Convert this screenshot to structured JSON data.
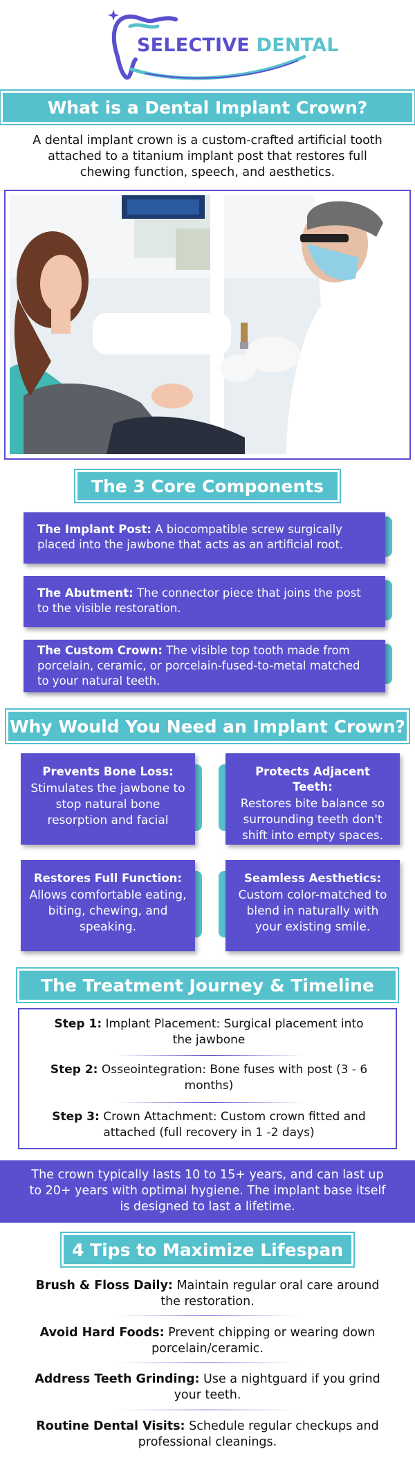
{
  "brand": {
    "name_part1": "SELECTIVE",
    "name_part2": "DENTAL",
    "colors": {
      "purple": "#5a4fcf",
      "teal": "#55c1cd"
    },
    "logo_icon": "tooth-swoosh-icon"
  },
  "intro": {
    "heading": "What is a Dental Implant Crown?",
    "text": "A dental implant crown is a custom-crafted artificial tooth attached to a titanium implant post that restores full chewing function, speech, and aesthetics."
  },
  "components": {
    "heading": "The 3 Core Components",
    "items": [
      {
        "title": "The Implant Post:",
        "text": " A biocompatible screw surgically placed into the jawbone that acts as an artificial root."
      },
      {
        "title": "The Abutment:",
        "text": " The connector piece that joins the post to the visible restoration."
      },
      {
        "title": "The Custom Crown:",
        "text": " The visible top tooth made from porcelain, ceramic, or porcelain-fused-to-metal matched to your natural teeth."
      }
    ]
  },
  "benefits": {
    "heading": "Why Would You Need an Implant Crown?",
    "items": [
      {
        "title": "Prevents Bone Loss:",
        "text": "Stimulates the jawbone to stop natural bone resorption and facial"
      },
      {
        "title": "Protects Adjacent Teeth:",
        "text": "Restores bite balance so surrounding teeth don't shift into empty spaces."
      },
      {
        "title": "Restores Full Function:",
        "text": "Allows comfortable eating, biting, chewing, and speaking."
      },
      {
        "title": "Seamless Aesthetics:",
        "text": "Custom color-matched to blend in naturally with your existing smile."
      }
    ]
  },
  "journey": {
    "heading": "The Treatment Journey & Timeline",
    "steps": [
      {
        "label": "Step 1:",
        "text": " Implant Placement: Surgical placement into the jawbone"
      },
      {
        "label": "Step 2:",
        "text": " Osseointegration: Bone fuses with post (3 - 6 months)"
      },
      {
        "label": "Step 3:",
        "text": " Crown Attachment: Custom crown fitted and attached (full recovery in 1 -2 days)"
      }
    ]
  },
  "lifespan_note": "The crown typically lasts 10 to 15+ years, and can last up to 20+ years with optimal hygiene. The implant base itself is designed to last a lifetime.",
  "tips": {
    "heading": "4 Tips to Maximize Lifespan",
    "items": [
      {
        "title": "Brush & Floss Daily:",
        "text": " Maintain regular oral care around the restoration."
      },
      {
        "title": "Avoid Hard Foods:",
        "text": " Prevent chipping or wearing down porcelain/ceramic."
      },
      {
        "title": "Address Teeth Grinding:",
        "text": " Use a nightguard if you grind your teeth."
      },
      {
        "title": "Routine Dental Visits:",
        "text": " Schedule regular checkups and professional cleanings."
      }
    ]
  }
}
